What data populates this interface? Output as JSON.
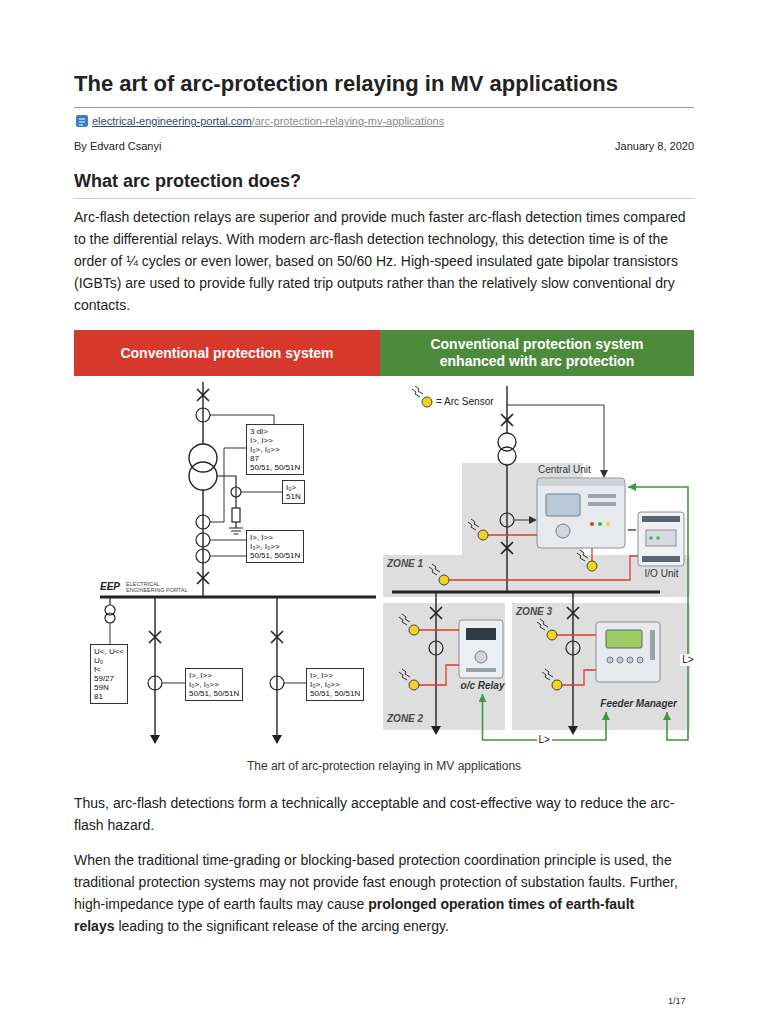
{
  "diagram": {
    "title": "The art of arc-protection relaying in MV applications",
    "caption": "The art of arc-protection relaying in MV applications",
    "nodes": [
      {
        "text": [
          "3 dI>",
          "I>, I>>",
          "I₀>, I₀>>",
          "87",
          "50/51, 50/51N"
        ]
      },
      {
        "text": [
          "I₀>",
          "51N"
        ]
      },
      {
        "text": [
          "I>, I>>",
          "I₀>, I₀>>",
          "50/51, 50/51N"
        ]
      },
      {
        "text": [
          "U<, U<<",
          "U₀",
          "f<",
          "59/27",
          "59N",
          "81"
        ]
      },
      {
        "text": [
          "I>, I>>",
          "I₀>, I₀>>",
          "50/51, 50/51N"
        ]
      },
      {
        "text": [
          "I>, I>>",
          "I₀>, I₀>>",
          "50/51, 50/51N"
        ]
      },
      {
        "text": [
          "Central Unit"
        ]
      },
      {
        "text": [
          "I/O Unit"
        ]
      },
      {
        "text": [
          "ZONE 1"
        ]
      },
      {
        "text": [
          "ZONE 2"
        ]
      },
      {
        "text": [
          "o/c Relay"
        ],
        "in": 9
      },
      {
        "text": [
          "ZONE 3"
        ]
      },
      {
        "text": [
          "Feeder Manager"
        ],
        "in": 11
      }
    ],
    "edges": [
      {
        "from": 6,
        "to": 7,
        "arrow": "none"
      },
      {
        "from": 6,
        "to": 12,
        "label": "L>",
        "arrow": "both"
      },
      {
        "from": 10,
        "to": 12,
        "label": "L>",
        "arrow": "both"
      }
    ],
    "labels": [
      "electrical-engineering-portal.com",
      "/arc-protection-relaying-mv-applications",
      "By Edvard Csanyi",
      "January 8, 2020",
      "What arc protection does?",
      "Arc-flash detection relays are superior and provide much faster arc-flash detection times compared to the differential relays. With modern arc-flash detection technology, this detection time is of the order of ¼ cycles or even lower, based on 50/60 Hz. High-speed insulated gate bipolar transistors (IGBTs) are used to provide fully rated trip outputs rather than the relatively slow conventional dry contacts.",
      "Conventional protection system",
      "Conventional protection system enhanced with arc protection",
      "EEP",
      "ELECTRICAL ENGINEERING PORTAL",
      "Thus, arc-flash detections form a technically acceptable and cost-effective way to reduce the arc-flash hazard.",
      "When the traditional time-grading or blocking-based protection coordination principle is used, the traditional protection systems may not provide fast enough protection of substation faults. Further, high-impedance type of earth faults may cause",
      "prolonged operation times of earth-fault relays",
      "leading to the significant release of the arcing energy.",
      "1/17"
    ],
    "legend": [
      {
        "text": "= Arc Sensor"
      }
    ]
  }
}
